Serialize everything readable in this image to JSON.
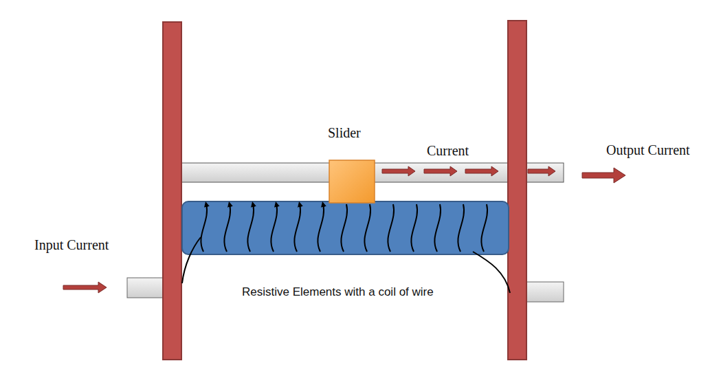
{
  "diagram": {
    "labels": [
      "Slider",
      "Current",
      "Output Current",
      "Input Current",
      "Resistive Elements with a coil of wire"
    ]
  }
}
